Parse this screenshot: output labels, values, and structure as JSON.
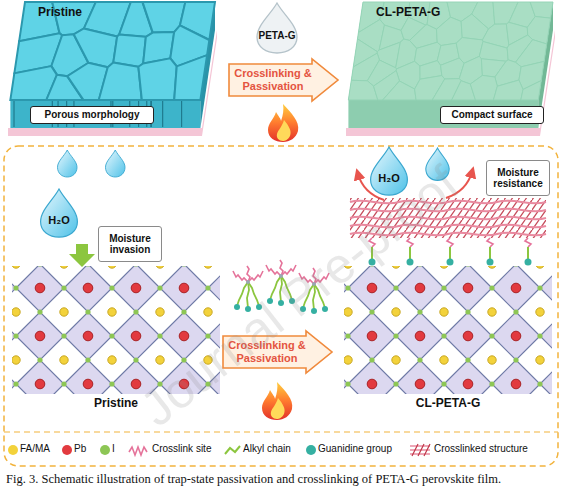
{
  "diagram": {
    "caption": "Fig. 3. Schematic illustration of trap-state passivation and crosslinking of PETA-G perovskite film.",
    "nodes": [
      {
        "text": [
          "Pristine"
        ]
      },
      {
        "text": [
          "Porous morphology"
        ],
        "in": 0
      },
      {
        "text": [
          "PETA-G"
        ]
      },
      {
        "text": [
          "Crosslinking & Passivation"
        ]
      },
      {
        "text": [
          "CL-PETA-G"
        ]
      },
      {
        "text": [
          "Compact surface"
        ],
        "in": 4
      },
      {
        "text": [
          "H₂O"
        ]
      },
      {
        "text": [
          "Moisture invasion"
        ]
      },
      {
        "text": [
          "Pristine"
        ]
      },
      {
        "text": [
          "Crosslinking & Passivation"
        ]
      },
      {
        "text": [
          "H₂O"
        ]
      },
      {
        "text": [
          "Moisture resistance"
        ]
      },
      {
        "text": [
          "CL-PETA-G"
        ]
      }
    ],
    "labels": [
      "Journal Pre-proof"
    ],
    "legend": [
      {
        "text": "FA/MA",
        "color": "#f3d23b"
      },
      {
        "text": "Pb",
        "color": "#e23a3f"
      },
      {
        "text": "I",
        "color": "#8dc655"
      },
      {
        "text": "Crosslink site"
      },
      {
        "text": "Alkyl chain"
      },
      {
        "text": "Guanidine group",
        "color": "#35b0a2"
      },
      {
        "text": "Crosslinked structure"
      }
    ]
  }
}
